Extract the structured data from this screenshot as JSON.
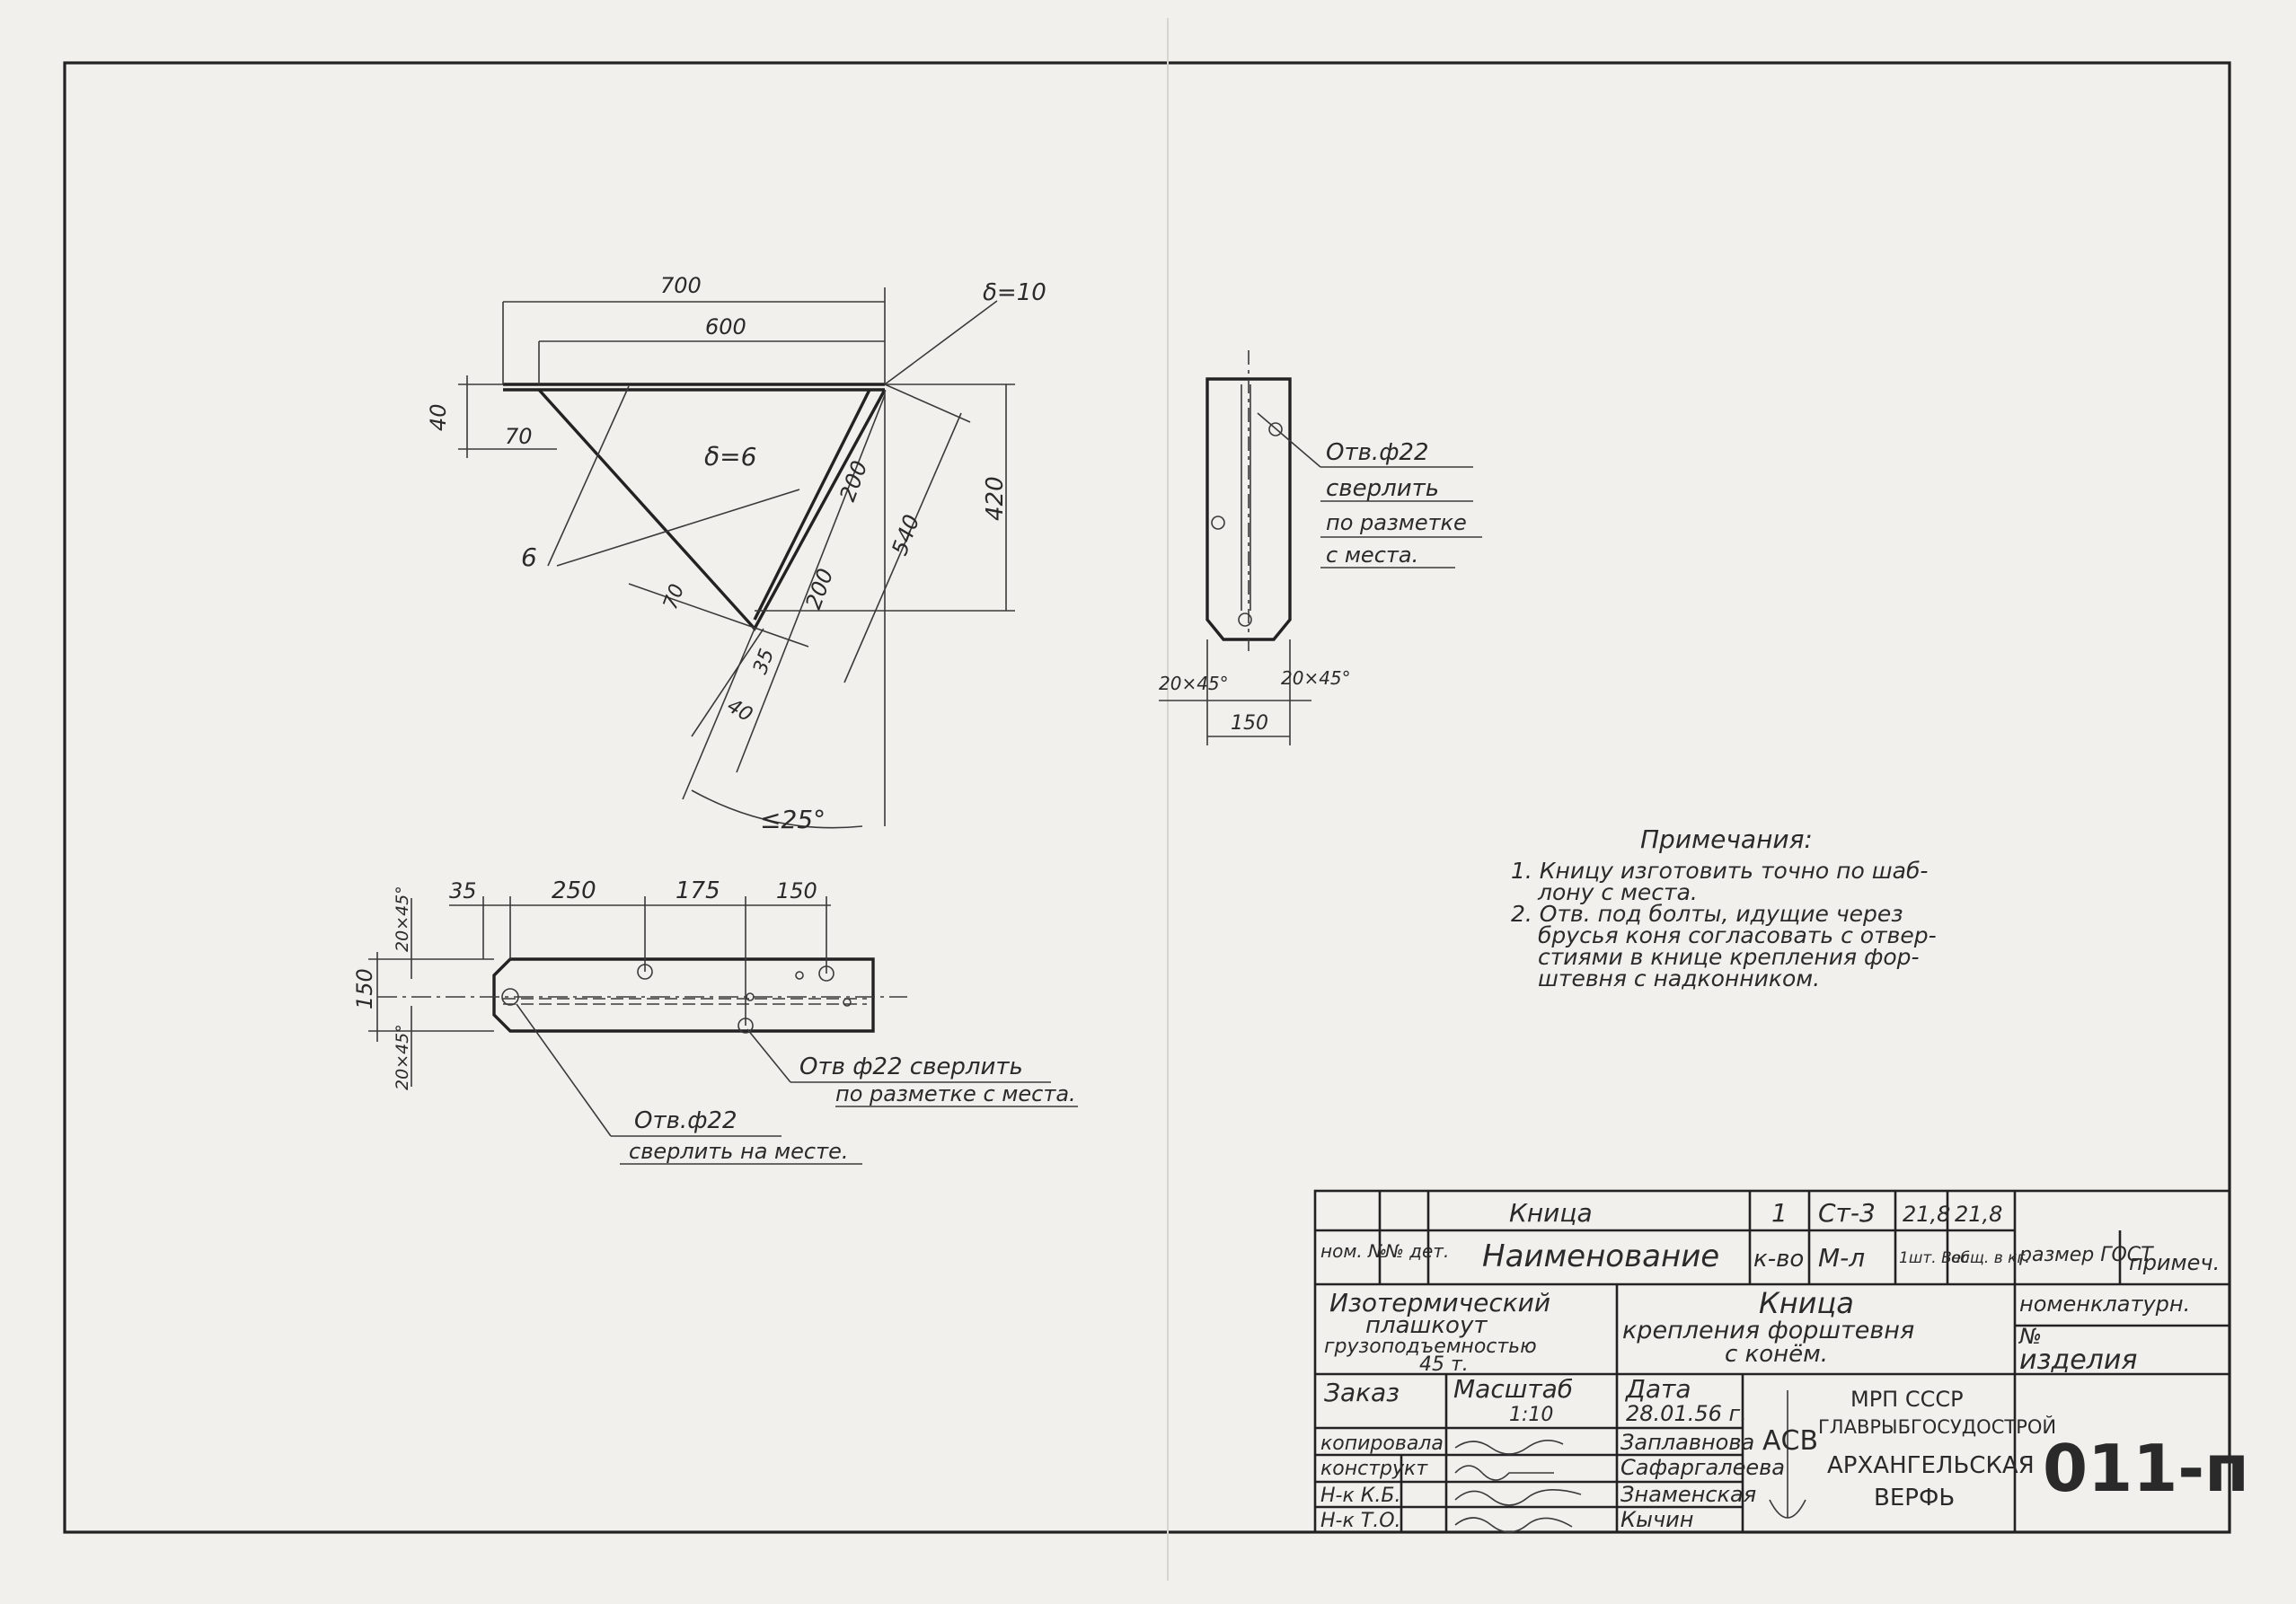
{
  "knee_drawing": {
    "dim_700": "700",
    "dim_600": "600",
    "dim_s10": "δ=10",
    "dim_40": "40",
    "dim_70": "70",
    "dim_s6": "δ=6",
    "dim_420": "420",
    "dim_200a": "200",
    "dim_540": "540",
    "dim_200b": "200",
    "dim_70b": "70",
    "dim_35": "35",
    "dim_40b": "40",
    "leader_6": "6",
    "angle": "≤25°"
  },
  "side_view": {
    "hole_note_line1": "Отв.ф22",
    "hole_note_line2": "сверлить",
    "hole_note_line3": "по разметке",
    "hole_note_line4": "с места.",
    "chamfer_left": "20×45°",
    "chamfer_right": "20×45°",
    "width": "150"
  },
  "plan_view": {
    "dim_35": "35",
    "dim_250": "250",
    "dim_175": "175",
    "dim_150": "150",
    "dim_height": "150",
    "chamfer_top": "20×45°",
    "chamfer_bottom": "20×45°",
    "note_right_line1": "Отв ф22 сверлить",
    "note_right_line2": "по разметке с места.",
    "note_left_line1": "Отв.ф22",
    "note_left_line2": "сверлить на месте."
  },
  "notes": {
    "title": "Примечания:",
    "lines": [
      "1. Кницу изготовить точно по шаб-",
      "лону с места.",
      "2. Отв. под болты, идущие через",
      "брусья коня согласовать с отвер-",
      "стиями в книце крепления фор-",
      "штевня с надконником."
    ]
  },
  "title_block": {
    "row1": {
      "name": "Кница",
      "qty": "1",
      "material": "Ст-3",
      "w1": "21,8",
      "w2": "21,8"
    },
    "row2": {
      "pos_label": "ном. №",
      "det_label": "№ дет.",
      "name_label": "Наименование",
      "qty_label": "к-во",
      "mat_label": "М-л",
      "w1_label": "1шт. Вес",
      "w2_label": "общ. в кг.",
      "size_label": "размер ГОСТ",
      "remark_label": "примеч."
    },
    "product_line1": "Изотермический",
    "product_line2": "плашкоут",
    "product_line3": "грузоподъемностью",
    "product_line4": "45 т.",
    "assembly_line1": "Кница",
    "assembly_line2": "крепления форштевня",
    "assembly_line3": "с конём.",
    "nomen_line1": "номенклатурн.",
    "nomen_line2": "№",
    "nomen_line3": "изделия",
    "order_label": "Заказ",
    "scale_label": "Масштаб",
    "scale_value": "1:10",
    "date_label": "Дата",
    "date_value": "28.01.56 г.",
    "org_line1": "МРП СССР",
    "org_line2": "ГЛАВРЫБГОСУДОСТРОЙ",
    "org_line3": "АРХАНГЕЛЬСКАЯ",
    "org_line4": "ВЕРФЬ",
    "logo_text": "АСВ",
    "drawing_number": "011-п",
    "signers": [
      {
        "role": "копировала",
        "name": "Заплавнова"
      },
      {
        "role": "конструкт",
        "name": "Сафаргалеева"
      },
      {
        "role": "Н-к К.Б.",
        "name": "Знаменская"
      },
      {
        "role": "Н-к Т.О.",
        "name": "Кычин"
      }
    ]
  }
}
